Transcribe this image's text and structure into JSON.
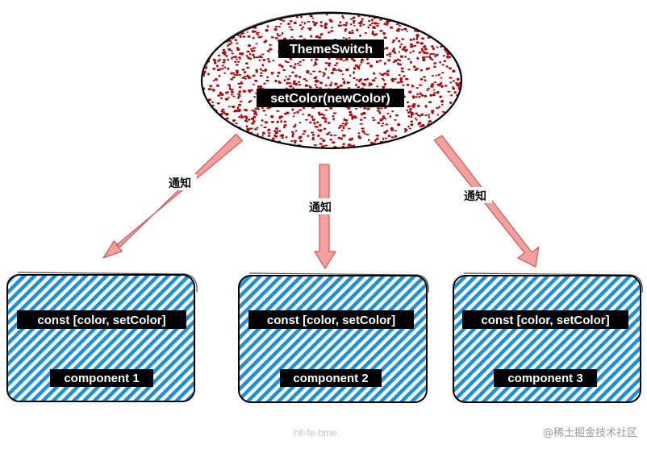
{
  "diagram": {
    "root": {
      "title": "ThemeSwitch",
      "method": "setColor(newColor)",
      "fill_color": "#a50f15"
    },
    "edge_label": "通知",
    "components": [
      {
        "hook": "const [color, setColor]",
        "name": "component 1"
      },
      {
        "hook": "const [color, setColor]",
        "name": "component 2"
      },
      {
        "hook": "const [color, setColor]",
        "name": "component 3"
      }
    ],
    "component_hatch_color": "#1f8fd6",
    "arrow_color": "#f5a0a0"
  },
  "footer": {
    "credit": "hll-fe-bme",
    "brand": "@稀土掘金技术社区"
  }
}
